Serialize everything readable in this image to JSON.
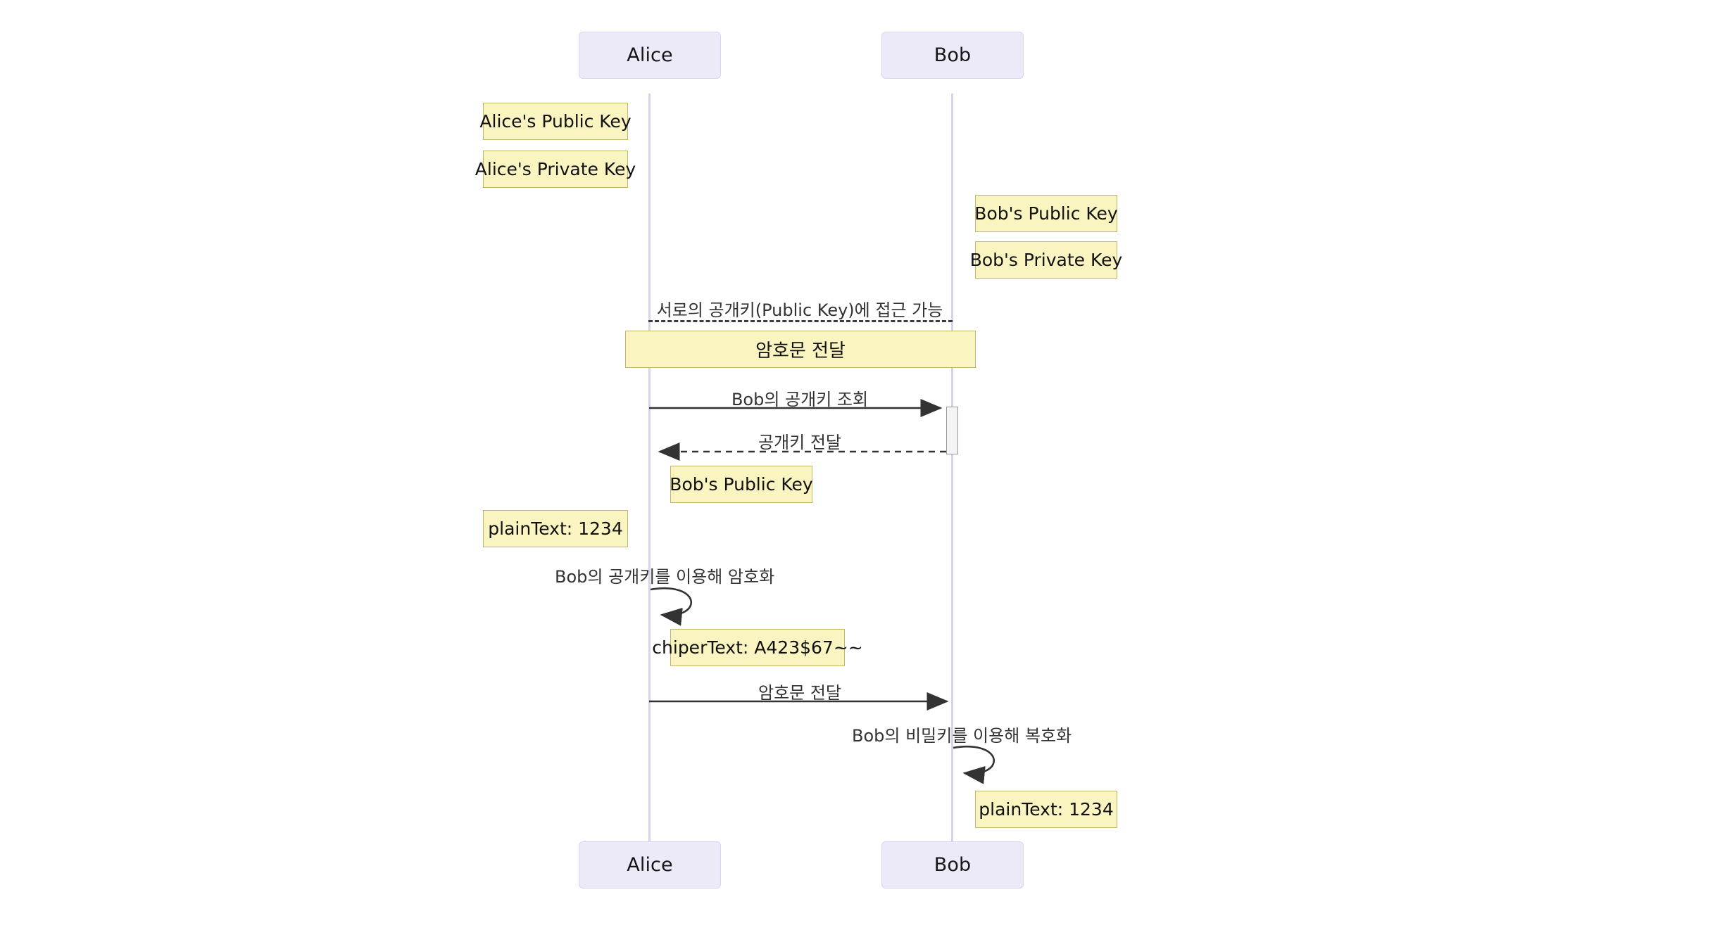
{
  "diagram": {
    "type": "sequence-diagram",
    "title": "",
    "background_color": "#ffffff"
  },
  "colors": {
    "actor_fill": "#ECEAF9",
    "actor_border": "#d9d4f0",
    "note_fill": "#FAF4C0",
    "note_border": "#BDB76B",
    "lifeline": "#d8d2f2",
    "arrow": "#333333",
    "activation_fill": "#f4f4f4",
    "activation_border": "#9a9a9a",
    "text": "#161616"
  },
  "actors": {
    "alice_top": "Alice",
    "bob_top": "Bob",
    "alice_bottom": "Alice",
    "bob_bottom": "Bob"
  },
  "notes": {
    "alice_public_key": "Alice's Public Key",
    "alice_private_key": "Alice's Private Key",
    "bob_public_key": "Bob's Public Key",
    "bob_private_key": "Bob's Private Key",
    "ciphertext_section": "암호문 전달",
    "bob_public_key_received": "Bob's Public Key",
    "plain_text_alice": "plainText: 1234",
    "chiper_text": "chiperText: A423$67~~",
    "plain_text_bob": "plainText: 1234"
  },
  "messages": {
    "mutual_access": "서로의 공개키(Public Key)에 접근 가능",
    "lookup_bob_public_key": "Bob의 공개키 조회",
    "deliver_public_key": "공개키 전달",
    "encrypt_with_bob_public_key": "Bob의 공개키를 이용해 암호화",
    "send_ciphertext": "암호문 전달",
    "decrypt_with_bob_private_key": "Bob의 비밀키를 이용해 복호화"
  }
}
